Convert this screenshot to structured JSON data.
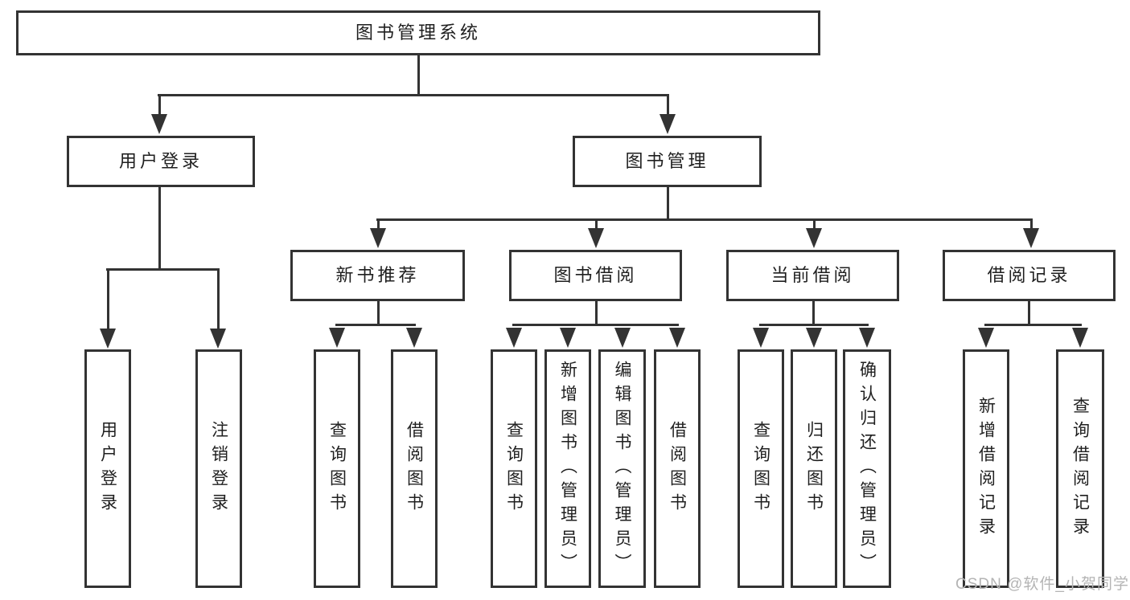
{
  "diagram_title": "图书管理系统",
  "nodes": {
    "root": "图书管理系统",
    "user_login": "用户登录",
    "book_mgmt": "图书管理",
    "new_book": "新书推荐",
    "book_borrow": "图书借阅",
    "current_borrow": "当前借阅",
    "borrow_record": "借阅记录",
    "ul_login": "用户登录",
    "ul_logout": "注销登录",
    "nb_query": "查询图书",
    "nb_borrow": "借阅图书",
    "bb_query": "查询图书",
    "bb_add": "新增图书（管理员）",
    "bb_edit": "编辑图书（管理员）",
    "bb_borrow": "借阅图书",
    "cb_query": "查询图书",
    "cb_return": "归还图书",
    "cb_confirm": "确认归还（管理员）",
    "br_add": "新增借阅记录",
    "br_query": "查询借阅记录"
  },
  "hierarchy": {
    "图书管理系统": [
      "用户登录",
      "图书管理"
    ],
    "用户登录": [
      "用户登录",
      "注销登录"
    ],
    "图书管理": [
      "新书推荐",
      "图书借阅",
      "当前借阅",
      "借阅记录"
    ],
    "新书推荐": [
      "查询图书",
      "借阅图书"
    ],
    "图书借阅": [
      "查询图书",
      "新增图书（管理员）",
      "编辑图书（管理员）",
      "借阅图书"
    ],
    "当前借阅": [
      "查询图书",
      "归还图书",
      "确认归还（管理员）"
    ],
    "借阅记录": [
      "新增借阅记录",
      "查询借阅记录"
    ]
  },
  "watermark": "CSDN @软件_小贺同学",
  "colors": {
    "line": "#333333",
    "text": "#1f1f1f",
    "watermark": "#b4b4b4",
    "background": "#ffffff"
  }
}
